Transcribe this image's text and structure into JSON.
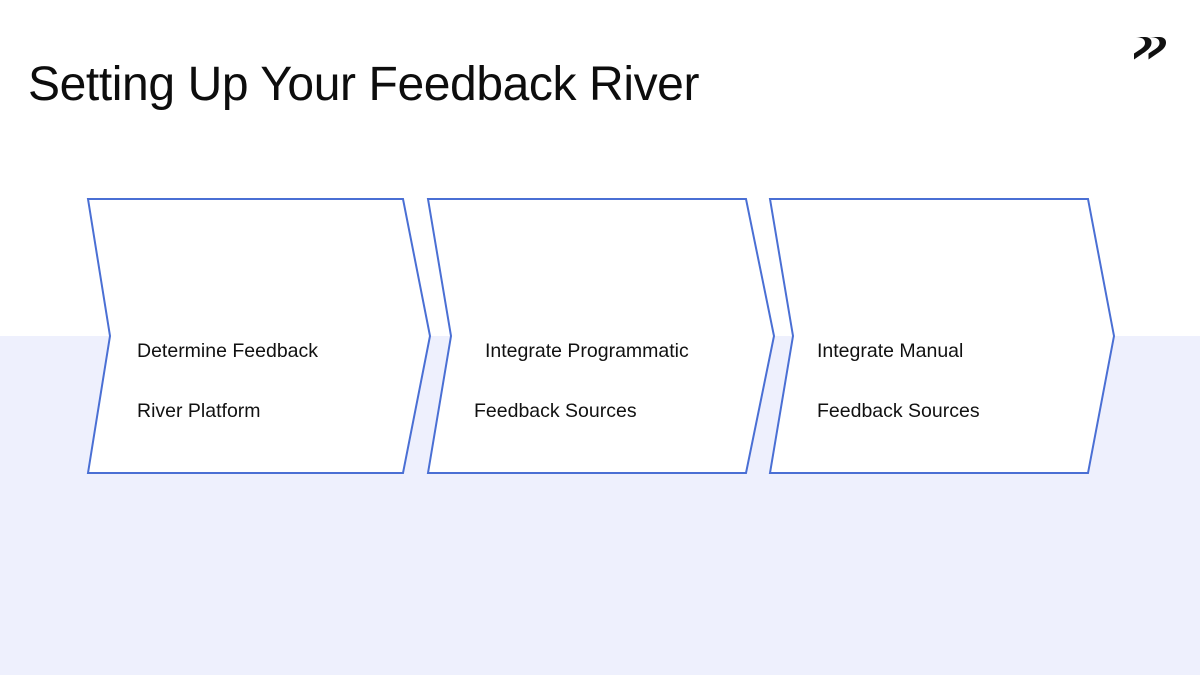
{
  "slide": {
    "title": "Setting Up Your Feedback River",
    "background_color": "#ffffff",
    "band_color": "#eef0fd",
    "accent_color": "#4a6fd4",
    "text_color": "#111111",
    "logo_name": "brand-logo-double-chevron"
  },
  "process": {
    "type": "chevron-flow",
    "direction": "left-to-right",
    "steps": [
      {
        "index": 1,
        "line1": "Determine Feedback",
        "line2": "River Platform",
        "line1_indented": false
      },
      {
        "index": 2,
        "line1": "Integrate Programmatic",
        "line2": "Feedback Sources",
        "line1_indented": true
      },
      {
        "index": 3,
        "line1": "Integrate Manual",
        "line2": "Feedback Sources",
        "line1_indented": false
      }
    ]
  }
}
